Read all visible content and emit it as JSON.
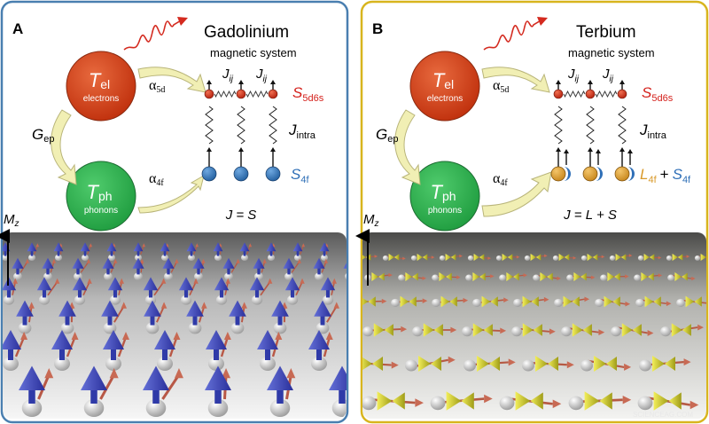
{
  "colors": {
    "panel_a_border": "#4a7fb0",
    "panel_b_border": "#d8b51e",
    "electron_red": "#cc3a14",
    "phonon_green": "#27b04b",
    "spin_blue": "#2f6fb7",
    "spin_label_red": "#d4201b",
    "orbital_orange": "#d99a2b",
    "arrow_fill": "#f1efb4",
    "arrow_stroke": "#b9b57a"
  },
  "panel_a": {
    "letter": "A",
    "title": "Gadolinium",
    "subtitle": "magnetic system",
    "t_el": {
      "symbol": "T",
      "sub": "el",
      "label": "electrons"
    },
    "t_ph": {
      "symbol": "T",
      "sub": "ph",
      "label": "phonons"
    },
    "alpha_5d": {
      "symbol": "α",
      "sub": "5d"
    },
    "alpha_4f": {
      "symbol": "α",
      "sub": "4f"
    },
    "g_ep": {
      "symbol": "G",
      "sub": "ep"
    },
    "j_ij_1": {
      "symbol": "J",
      "sub": "ij"
    },
    "j_ij_2": {
      "symbol": "J",
      "sub": "ij"
    },
    "s_5d6s": {
      "symbol": "S",
      "sub": "5d6s"
    },
    "j_intra": {
      "symbol": "J",
      "sub": "intra"
    },
    "s_4f": {
      "symbol": "S",
      "sub": "4f"
    },
    "equation": "J = S",
    "mz": {
      "symbol": "M",
      "sub": "z"
    }
  },
  "panel_b": {
    "letter": "B",
    "title": "Terbium",
    "subtitle": "magnetic system",
    "t_el": {
      "symbol": "T",
      "sub": "el",
      "label": "electrons"
    },
    "t_ph": {
      "symbol": "T",
      "sub": "ph",
      "label": "phonons"
    },
    "alpha_5d": {
      "symbol": "α",
      "sub": "5d"
    },
    "alpha_4f": {
      "symbol": "α",
      "sub": "4f"
    },
    "g_ep": {
      "symbol": "G",
      "sub": "ep"
    },
    "j_ij_1": {
      "symbol": "J",
      "sub": "ij"
    },
    "j_ij_2": {
      "symbol": "J",
      "sub": "ij"
    },
    "s_5d6s": {
      "symbol": "S",
      "sub": "5d6s"
    },
    "j_intra": {
      "symbol": "J",
      "sub": "intra"
    },
    "l_4f": {
      "symbol": "L",
      "sub": "4f"
    },
    "plus": "+",
    "s_4f": {
      "symbol": "S",
      "sub": "4f"
    },
    "equation": "J = L + S",
    "mz": {
      "symbol": "M",
      "sub": "z"
    }
  },
  "watermark": "SCIENCEAG.COM"
}
